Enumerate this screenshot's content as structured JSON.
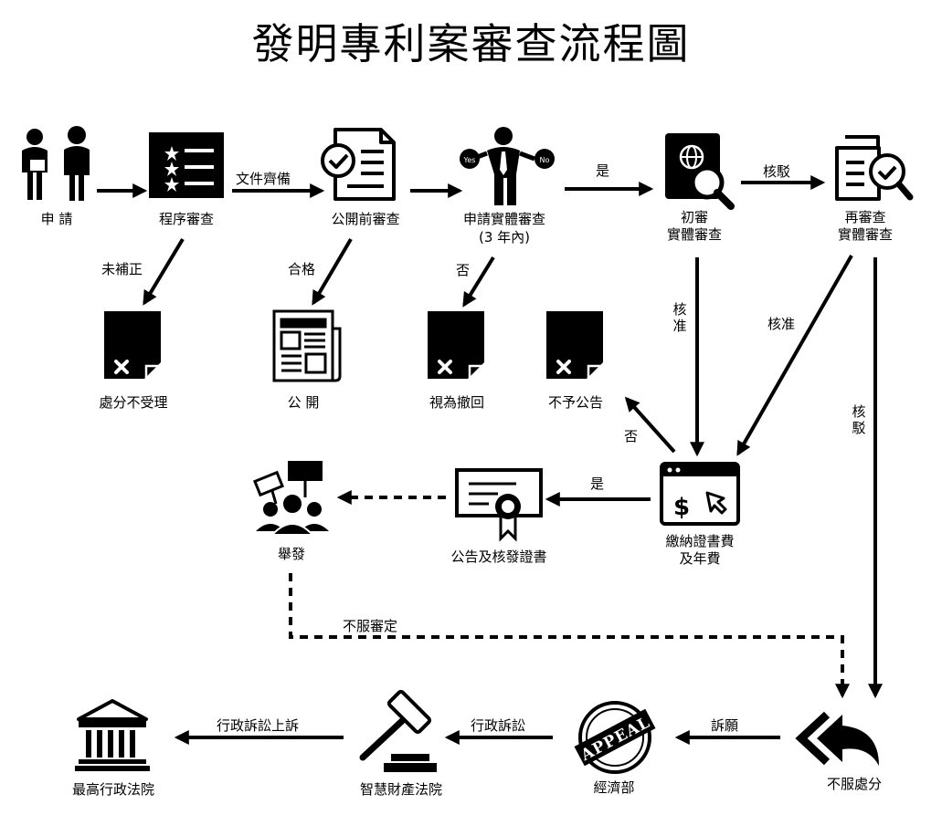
{
  "title": "發明專利案審查流程圖",
  "nodes": {
    "apply": {
      "label": "申 請",
      "icon": "applicants-icon"
    },
    "formality": {
      "label": "程序審查",
      "icon": "checklist-icon"
    },
    "pre_publication": {
      "label": "公開前審查",
      "icon": "approved-document-icon"
    },
    "exam_request": {
      "label_line1": "申請實體審查",
      "label_line2": "(3 年內)",
      "icon": "yes-no-person-icon"
    },
    "first_exam": {
      "label_line1": "初審",
      "label_line2": "實體審查",
      "icon": "passport-search-icon"
    },
    "re_exam": {
      "label_line1": "再審查",
      "label_line2": "實體審查",
      "icon": "document-check-icon"
    },
    "disposal_rejected": {
      "label": "處分不受理",
      "icon": "rejected-file-icon"
    },
    "publication": {
      "label": "公 開",
      "icon": "newspaper-icon"
    },
    "deemed_withdrawn": {
      "label": "視為撤回",
      "icon": "rejected-file-icon"
    },
    "no_announcement": {
      "label": "不予公告",
      "icon": "rejected-file-icon"
    },
    "fee_payment": {
      "label_line1": "繳納證書費",
      "label_line2": "及年費",
      "icon": "online-payment-icon"
    },
    "certificate": {
      "label": "公告及核發證書",
      "icon": "certificate-icon"
    },
    "opposition": {
      "label": "舉發",
      "icon": "protest-crowd-icon"
    },
    "appeal_disposal": {
      "label": "不服處分",
      "icon": "reply-arrow-icon"
    },
    "ministry": {
      "label": "經濟部",
      "icon": "appeal-stamp-icon",
      "stamp_text": "APPEAL"
    },
    "ip_court": {
      "label": "智慧財產法院",
      "icon": "gavel-icon"
    },
    "supreme_court": {
      "label": "最高行政法院",
      "icon": "courthouse-icon"
    }
  },
  "edges": {
    "docs_complete": "文件齊備",
    "not_supplemented": "未補正",
    "qualified": "合格",
    "no_request": "否",
    "yes_request": "是",
    "first_rejected": "核駁",
    "first_approved": "核准",
    "re_approved": "核准",
    "re_rejected": "核駁",
    "not_paid": "否",
    "paid": "是",
    "disagree_decision": "不服審定",
    "petition": "訴願",
    "admin_litigation": "行政訴訟",
    "admin_appeal": "行政訴訟上訴"
  },
  "colors": {
    "ink": "#000000",
    "background": "#ffffff"
  }
}
